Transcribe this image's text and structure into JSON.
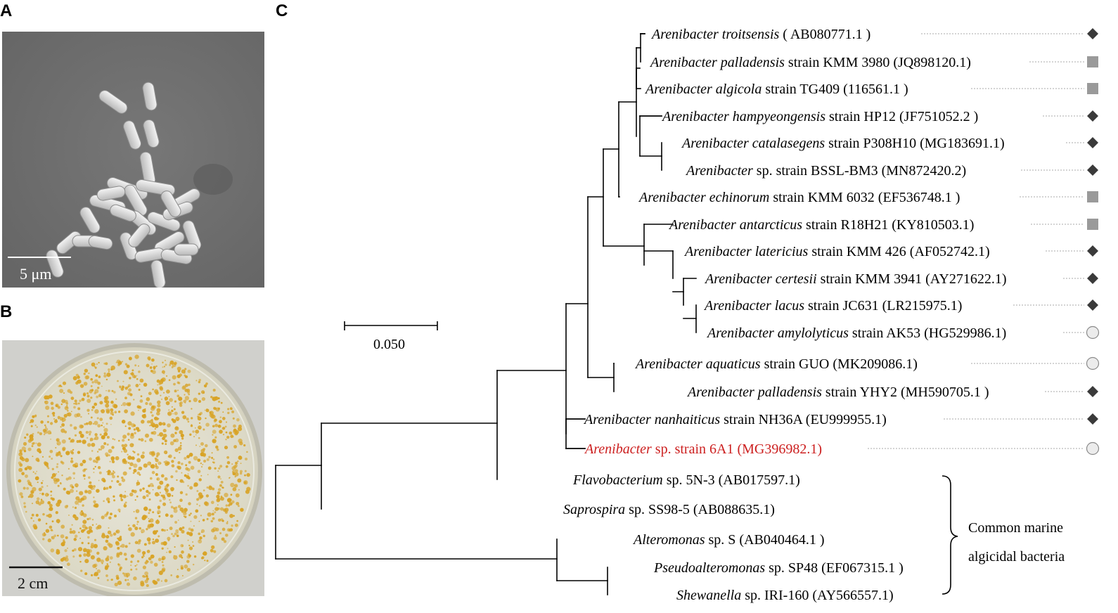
{
  "panels": {
    "a": {
      "letter": "A",
      "scale_label": "5 μm"
    },
    "b": {
      "letter": "B",
      "scale_label": "2 cm"
    },
    "c": {
      "letter": "C",
      "scale_label": "0.050"
    }
  },
  "taxa": [
    {
      "genus": "Arenibacter",
      "rest": "troitsensis",
      "strain": "( AB080771.1 )",
      "marker": "diamond"
    },
    {
      "genus": "Arenibacter",
      "rest": "palladensis",
      "strain": "strain KMM 3980 (JQ898120.1)",
      "marker": "square"
    },
    {
      "genus": "Arenibacter",
      "rest": "algicola",
      "strain": "strain TG409 (116561.1 )",
      "marker": "square"
    },
    {
      "genus": "Arenibacter",
      "rest": "hampyeongensis",
      "strain": "strain HP12 (JF751052.2 )",
      "marker": "diamond"
    },
    {
      "genus": "Arenibacter",
      "rest": "catalasegens",
      "strain": "strain P308H10 (MG183691.1)",
      "marker": "diamond"
    },
    {
      "genus": "Arenibacter",
      "rest": "",
      "strain": "sp. strain BSSL-BM3 (MN872420.2)",
      "marker": "diamond"
    },
    {
      "genus": "Arenibacter",
      "rest": "echinorum",
      "strain": "strain KMM 6032 (EF536748.1 )",
      "marker": "square"
    },
    {
      "genus": "Arenibacter",
      "rest": "antarcticus",
      "strain": "strain R18H21 (KY810503.1)",
      "marker": "square"
    },
    {
      "genus": "Arenibacter",
      "rest": "latericius",
      "strain": "strain KMM 426 (AF052742.1)",
      "marker": "diamond"
    },
    {
      "genus": "Arenibacter",
      "rest": "certesii",
      "strain": "strain KMM 3941 (AY271622.1)",
      "marker": "diamond"
    },
    {
      "genus": "Arenibacter",
      "rest": "lacus",
      "strain": "strain JC631 (LR215975.1)",
      "marker": "diamond"
    },
    {
      "genus": "Arenibacter",
      "rest": "amylolyticus",
      "strain": "strain AK53 (HG529986.1)",
      "marker": "circle"
    },
    {
      "genus": "Arenibacter",
      "rest": "aquaticus",
      "strain": "strain GUO (MK209086.1)",
      "marker": "circle"
    },
    {
      "genus": "Arenibacter",
      "rest": "palladensis",
      "strain": "strain YHY2 (MH590705.1 )",
      "marker": "diamond"
    },
    {
      "genus": "Arenibacter",
      "rest": "nanhaiticus",
      "strain": "strain NH36A (EU999955.1)",
      "marker": "diamond"
    },
    {
      "genus": "Arenibacter",
      "rest": "",
      "strain": "sp. strain 6A1 (MG396982.1)",
      "marker": "circle",
      "highlight": true
    },
    {
      "genus": "Flavobacterium",
      "rest": "",
      "strain": "sp. 5N-3 (AB017597.1)",
      "marker": ""
    },
    {
      "genus": "Saprospira",
      "rest": "",
      "strain": "sp. SS98-5 (AB088635.1)",
      "marker": ""
    },
    {
      "genus": "Alteromonas",
      "rest": "",
      "strain": "sp. S (AB040464.1 )",
      "marker": ""
    },
    {
      "genus": "Pseudoalteromonas",
      "rest": "",
      "strain": "sp. SP48 (EF067315.1 )",
      "marker": ""
    },
    {
      "genus": "Shewanella",
      "rest": "",
      "strain": "sp. IRI-160 (AY566557.1)",
      "marker": ""
    }
  ],
  "bracket_label": {
    "line1": "Common marine",
    "line2": "algicidal bacteria"
  },
  "colors": {
    "highlight": "#cc1f1f",
    "diamond": "#3a3a3a",
    "square": "#9a9a9a",
    "circle_fill": "#ececec",
    "circle_stroke": "#8a8a8a",
    "sem_background": "#6d6d6d",
    "plate_colonies": "#d8a325"
  }
}
